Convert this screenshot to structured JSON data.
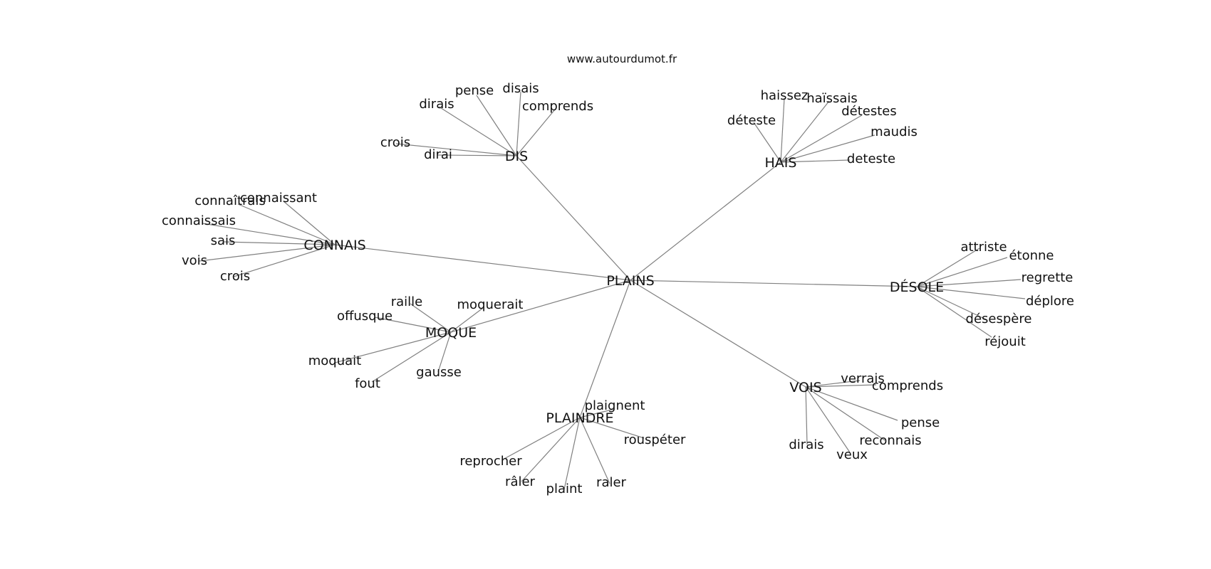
{
  "credit": "www.autourdumot.fr",
  "center": "PLAINS",
  "clusters": [
    {
      "hub": "DIS",
      "words": [
        "dirais",
        "pense",
        "disais",
        "comprends",
        "crois",
        "dirai"
      ]
    },
    {
      "hub": "HAIS",
      "words": [
        "haissez",
        "haïssais",
        "détestes",
        "déteste",
        "maudis",
        "deteste"
      ]
    },
    {
      "hub": "CONNAIS",
      "words": [
        "connaîtrais",
        "connaissant",
        "connaissais",
        "sais",
        "vois",
        "crois"
      ]
    },
    {
      "hub": "DÉSOLE",
      "words": [
        "attriste",
        "étonne",
        "regrette",
        "déplore",
        "désespère",
        "réjouit"
      ]
    },
    {
      "hub": "MOQUE",
      "words": [
        "raille",
        "moquerait",
        "offusque",
        "moquait",
        "fout",
        "gausse"
      ]
    },
    {
      "hub": "VOIS",
      "words": [
        "verrais",
        "comprends",
        "pense",
        "reconnais",
        "dirais",
        "veux"
      ]
    },
    {
      "hub": "PLAINDRE",
      "words": [
        "plaignent",
        "rouspéter",
        "reprocher",
        "râler",
        "plaint",
        "raler"
      ]
    }
  ]
}
